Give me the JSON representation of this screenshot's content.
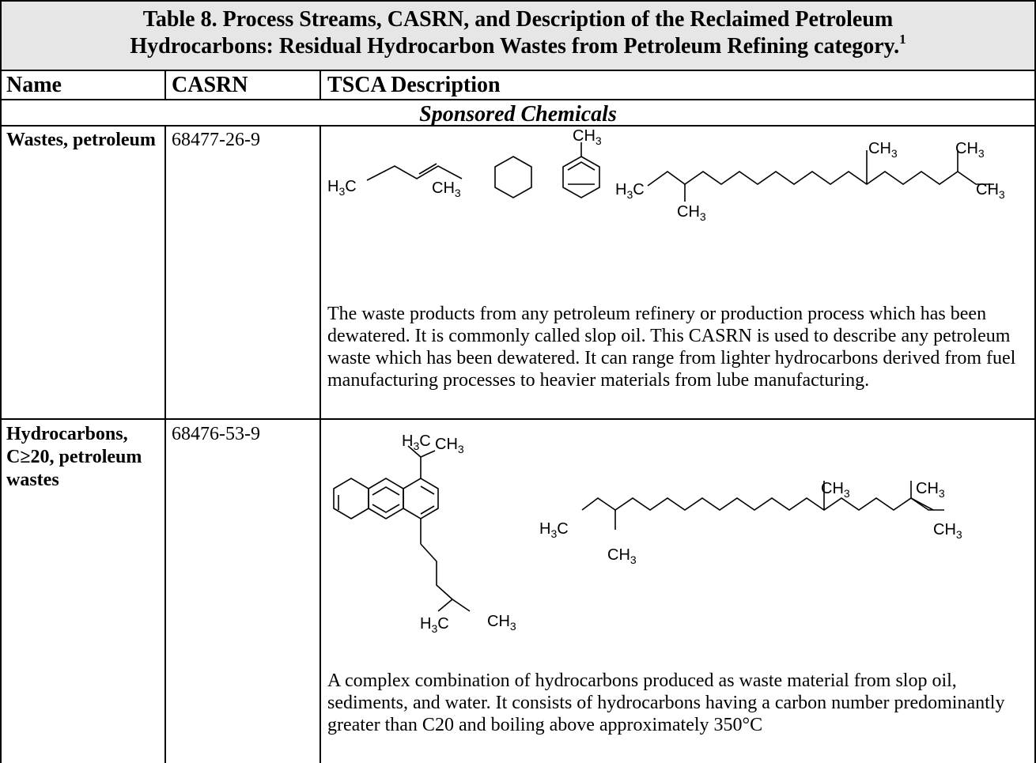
{
  "table": {
    "title_line1": "Table 8.  Process Streams, CASRN, and Description of the Reclaimed Petroleum",
    "title_line2": "Hydrocarbons: Residual Hydrocarbon Wastes from Petroleum Refining  category.",
    "title_footnote": "1",
    "headers": [
      "Name",
      "CASRN",
      "TSCA Description"
    ],
    "section": "Sponsored Chemicals",
    "rows": [
      {
        "name": "Wastes, petroleum",
        "casrn": "68477-26-9",
        "description": "The waste products from any petroleum refinery or production process which has been dewatered. It is commonly called slop oil.  This CASRN is used to describe any petroleum waste which has been dewatered. It can range from lighter hydrocarbons derived from fuel manufacturing processes to heavier materials from lube manufacturing."
      },
      {
        "name": "Hydrocarbons, C≥20, petroleum wastes",
        "casrn": "68476-53-9",
        "description": "A complex combination of hydrocarbons produced as waste material from slop oil, sediments, and water. It consists of hydrocarbons having a carbon number predominantly greater than C20 and boiling above approximately 350°C"
      }
    ]
  },
  "chem_labels": {
    "h3c": "H3C",
    "ch3": "CH3"
  }
}
